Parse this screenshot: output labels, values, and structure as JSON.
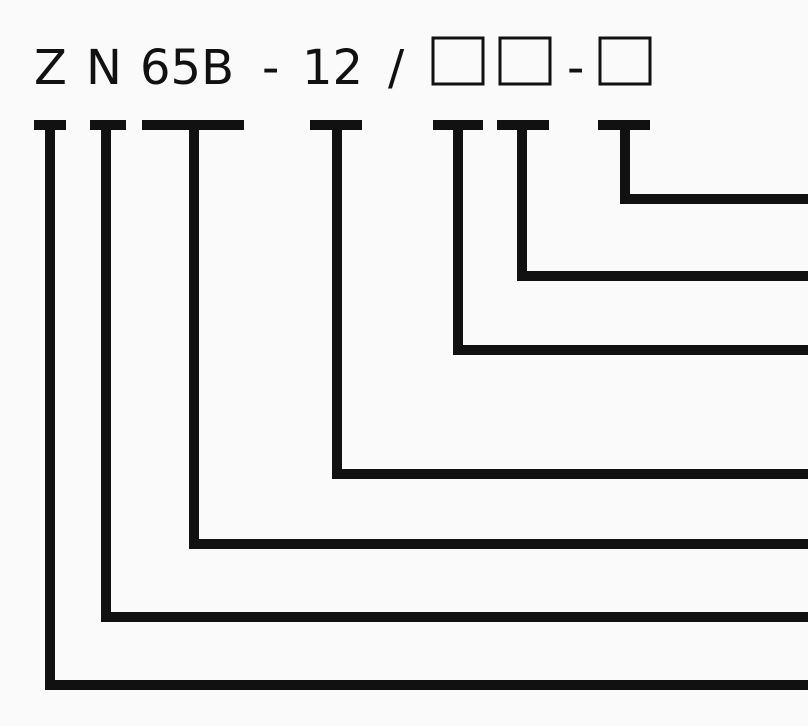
{
  "model_code": {
    "segments": [
      {
        "id": "z",
        "text": "Z"
      },
      {
        "id": "n",
        "text": "N"
      },
      {
        "id": "series",
        "text": "65B"
      },
      {
        "id": "dash1",
        "text": "-"
      },
      {
        "id": "voltage",
        "text": "12"
      },
      {
        "id": "slash",
        "text": "/"
      },
      {
        "id": "dash2",
        "text": "-"
      }
    ],
    "placeholders": [
      {
        "id": "box1",
        "text": ""
      },
      {
        "id": "box2",
        "text": ""
      },
      {
        "id": "box3",
        "text": ""
      }
    ]
  },
  "colors": {
    "background": "#fafafa",
    "ink": "#111111"
  }
}
